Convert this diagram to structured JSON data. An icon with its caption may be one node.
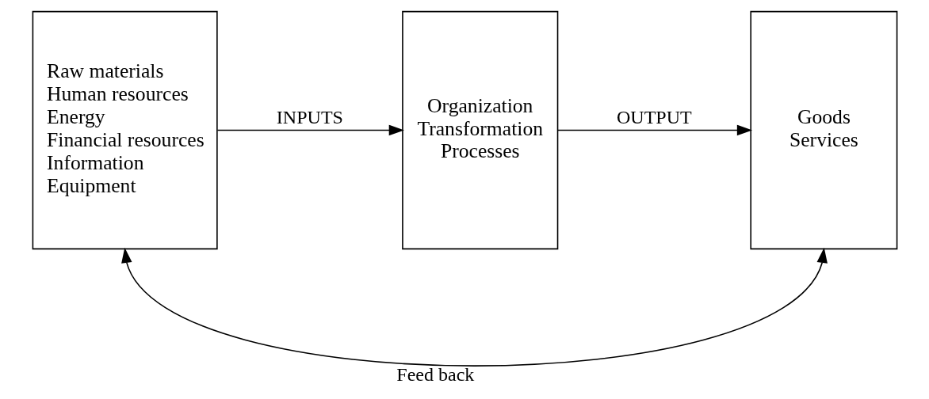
{
  "diagram": {
    "nodes": [
      {
        "text": [
          "Raw materials",
          "Human resources",
          "Energy",
          "Financial resources",
          "Information",
          "Equipment"
        ]
      },
      {
        "text": [
          "Organization",
          "Transformation",
          "Processes"
        ]
      },
      {
        "text": [
          "Goods",
          "Services"
        ]
      }
    ],
    "edges": [
      {
        "from": 0,
        "to": 1,
        "arrow": "to",
        "label": "INPUTS"
      },
      {
        "from": 1,
        "to": 2,
        "arrow": "to",
        "label": "OUTPUT"
      },
      {
        "from": 2,
        "to": 0,
        "arrow": "both",
        "label": "Feed back"
      }
    ]
  }
}
